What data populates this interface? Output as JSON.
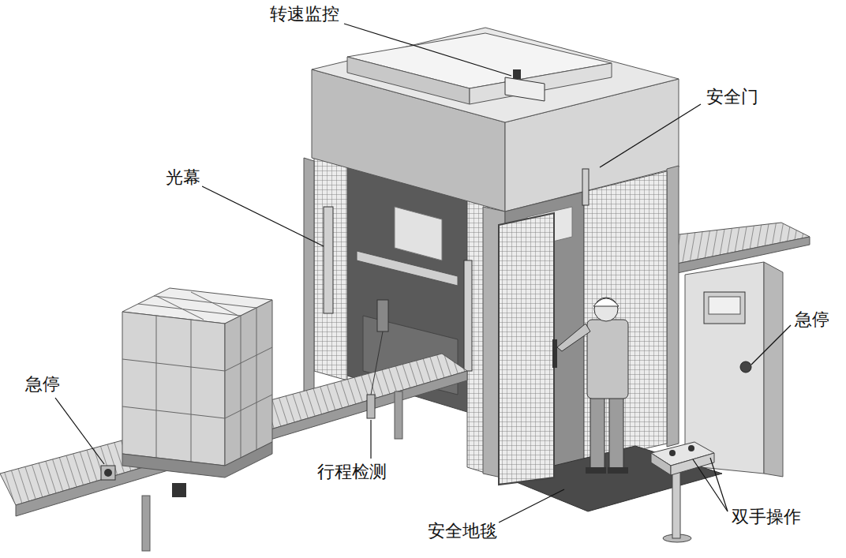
{
  "diagram": {
    "labels": [
      "转速监控",
      "安全门",
      "光幕",
      "急停",
      "急停",
      "行程检测",
      "安全地毯",
      "双手操作"
    ]
  }
}
